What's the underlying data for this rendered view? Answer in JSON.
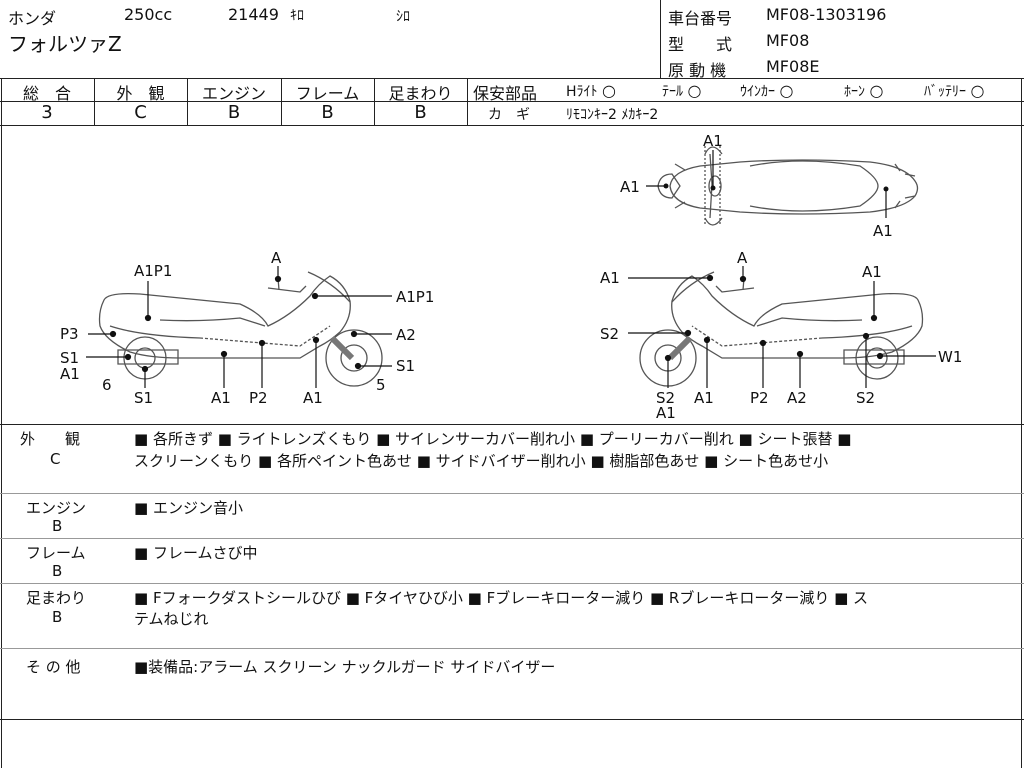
{
  "header": {
    "maker": "ホンダ",
    "displacement": "250cc",
    "mileage": "21449",
    "mileage_unit": "ｷﾛ",
    "color": "ｼﾛ",
    "model_name": "フォルツァZ",
    "frame_no_label": "車台番号",
    "frame_no": "MF08-1303196",
    "type_label": "型　　式",
    "type_value": "MF08",
    "engine_label": "原 動 機",
    "engine_value": "MF08E"
  },
  "grades": [
    {
      "label": "総　合",
      "value": "3"
    },
    {
      "label": "外　観",
      "value": "C"
    },
    {
      "label": "エンジン",
      "value": "B"
    },
    {
      "label": "フレーム",
      "value": "B"
    },
    {
      "label": "足まわり",
      "value": "B"
    }
  ],
  "safety": {
    "label": "保安部品",
    "items": [
      {
        "label": "Hﾗｲﾄ",
        "mark": "○"
      },
      {
        "label": "ﾃｰﾙ",
        "mark": "○"
      },
      {
        "label": "ｳｲﾝｶｰ",
        "mark": "○"
      },
      {
        "label": "ﾎｰﾝ",
        "mark": "○"
      },
      {
        "label": "ﾊﾞｯﾃﾘｰ",
        "mark": "○"
      }
    ],
    "key_label": "カ　ギ",
    "key_value": "ﾘﾓｺﾝｷｰ2 ﾒｶｷｰ2"
  },
  "diagram": {
    "top_view": [
      "A1",
      "A1",
      "A1"
    ],
    "left_view": [
      "A",
      "A1P1",
      "A1P1",
      "P3",
      "A2",
      "S1",
      "A1",
      "S1",
      "6",
      "S1",
      "A1",
      "P2",
      "A1",
      "5"
    ],
    "right_view": [
      "A1",
      "A",
      "A1",
      "S2",
      "W1",
      "S2",
      "A1",
      "A1",
      "P2",
      "A2",
      "S2"
    ]
  },
  "remarks": [
    {
      "label": "外　　観",
      "grade": "C",
      "lines": [
        "■ 各所きず ■ ライトレンズくもり ■ サイレンサーカバー削れ小 ■ プーリーカバー削れ ■ シート張替 ■",
        "スクリーンくもり ■ 各所ペイント色あせ ■ サイドバイザー削れ小 ■ 樹脂部色あせ ■ シート色あせ小"
      ]
    },
    {
      "label": "エンジン",
      "grade": "B",
      "lines": [
        "■ エンジン音小"
      ]
    },
    {
      "label": "フレーム",
      "grade": "B",
      "lines": [
        "■ フレームさび中"
      ]
    },
    {
      "label": "足まわり",
      "grade": "B",
      "lines": [
        "■ Fフォークダストシールひび ■ Fタイヤひび小 ■ Fブレーキローター減り ■ Rブレーキローター減り ■ ス",
        "テムねじれ"
      ]
    },
    {
      "label": "そ の 他",
      "grade": "",
      "lines": [
        "■装備品:アラーム スクリーン ナックルガード サイドバイザー"
      ]
    }
  ]
}
